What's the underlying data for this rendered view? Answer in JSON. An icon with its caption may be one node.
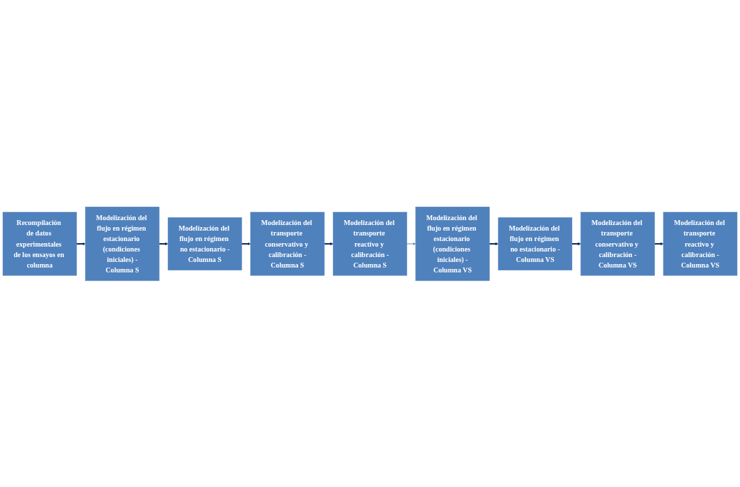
{
  "diagram": {
    "nodes": [
      {
        "text": [
          "Recompilación de datos experimentales de los ensayos en columna"
        ]
      },
      {
        "text": [
          "Modelización del flujo en régimen estacionario (condiciones iniciales) -",
          "Columna S"
        ]
      },
      {
        "text": [
          "Modelización del flujo en régimen no estacionario -",
          "Columna S"
        ]
      },
      {
        "text": [
          "Modelización del transporte conservativo y calibración -",
          "Columna S"
        ]
      },
      {
        "text": [
          "Modelización del transporte reactivo y calibración -",
          "Columna S"
        ]
      },
      {
        "text": [
          "Modelización del flujo en régimen estacionario (condiciones iniciales) -",
          "Columna VS"
        ]
      },
      {
        "text": [
          "Modelización del flujo en régimen no estacionario -",
          "Columna VS"
        ]
      },
      {
        "text": [
          "Modelización del transporte conservativo y calibración -",
          "Columna VS"
        ]
      },
      {
        "text": [
          "Modelización del transporte reactivo y calibración -",
          "Columna VS"
        ]
      }
    ],
    "edges": [
      {
        "from": 0,
        "to": 1,
        "arrow": "to"
      },
      {
        "from": 1,
        "to": 2,
        "arrow": "to"
      },
      {
        "from": 2,
        "to": 3,
        "arrow": "to"
      },
      {
        "from": 3,
        "to": 4,
        "arrow": "to"
      },
      {
        "from": 4,
        "to": 5,
        "arrow": "to",
        "color": "#5b8bd0"
      },
      {
        "from": 5,
        "to": 6,
        "arrow": "to"
      },
      {
        "from": 6,
        "to": 7,
        "arrow": "to"
      },
      {
        "from": 7,
        "to": 8,
        "arrow": "to"
      }
    ]
  }
}
